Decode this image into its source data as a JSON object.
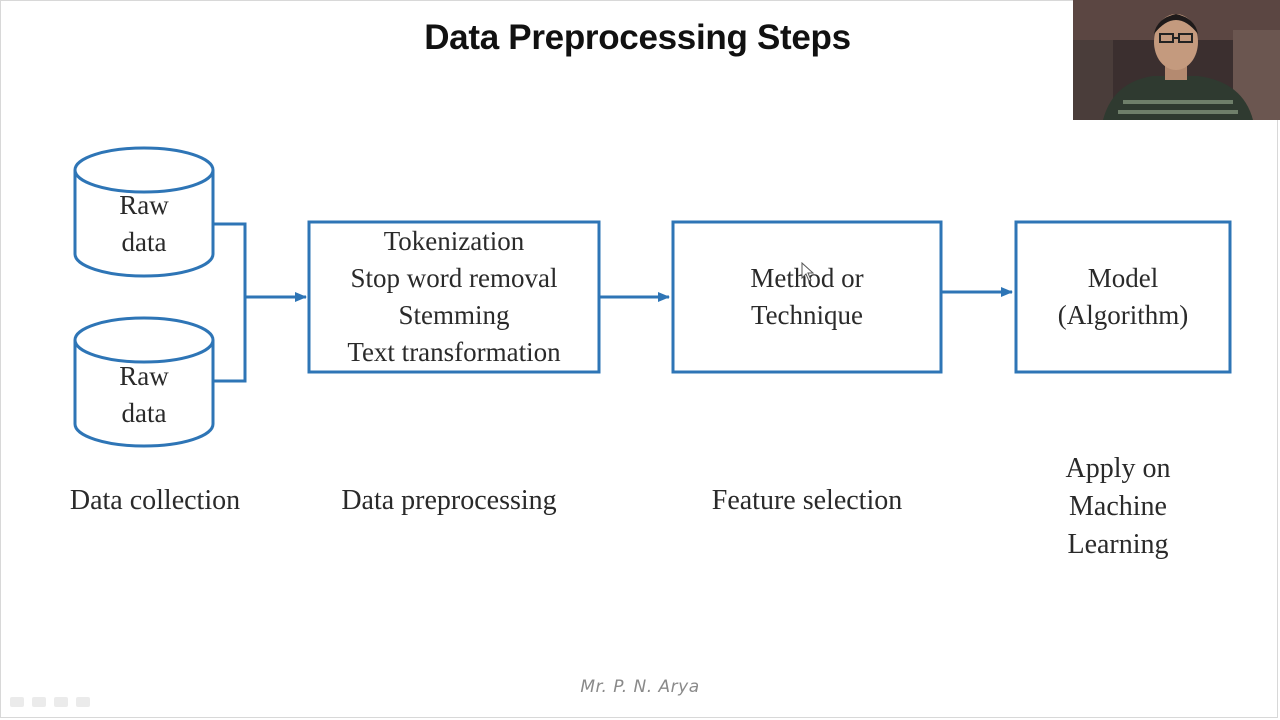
{
  "slide": {
    "title": "Data Preprocessing Steps",
    "footer": "Mr. P. N. Arya"
  },
  "diagram": {
    "stroke_color": "#2e75b6",
    "data_sources": [
      {
        "lines": [
          "Raw",
          "data"
        ]
      },
      {
        "lines": [
          "Raw",
          "data"
        ]
      }
    ],
    "boxes": [
      {
        "id": "preprocessing",
        "lines": [
          "Tokenization",
          "Stop word removal",
          "Stemming",
          "Text transformation"
        ]
      },
      {
        "id": "feature",
        "lines": [
          "Method or",
          "Technique"
        ]
      },
      {
        "id": "model",
        "lines": [
          "Model",
          "(Algorithm)"
        ]
      }
    ],
    "stage_labels": [
      {
        "lines": [
          "Data collection"
        ]
      },
      {
        "lines": [
          "Data preprocessing"
        ]
      },
      {
        "lines": [
          "Feature selection"
        ]
      },
      {
        "lines": [
          "Apply on",
          "Machine",
          "Learning"
        ]
      }
    ]
  },
  "video_overlay": {
    "icon": "presenter-webcam"
  }
}
